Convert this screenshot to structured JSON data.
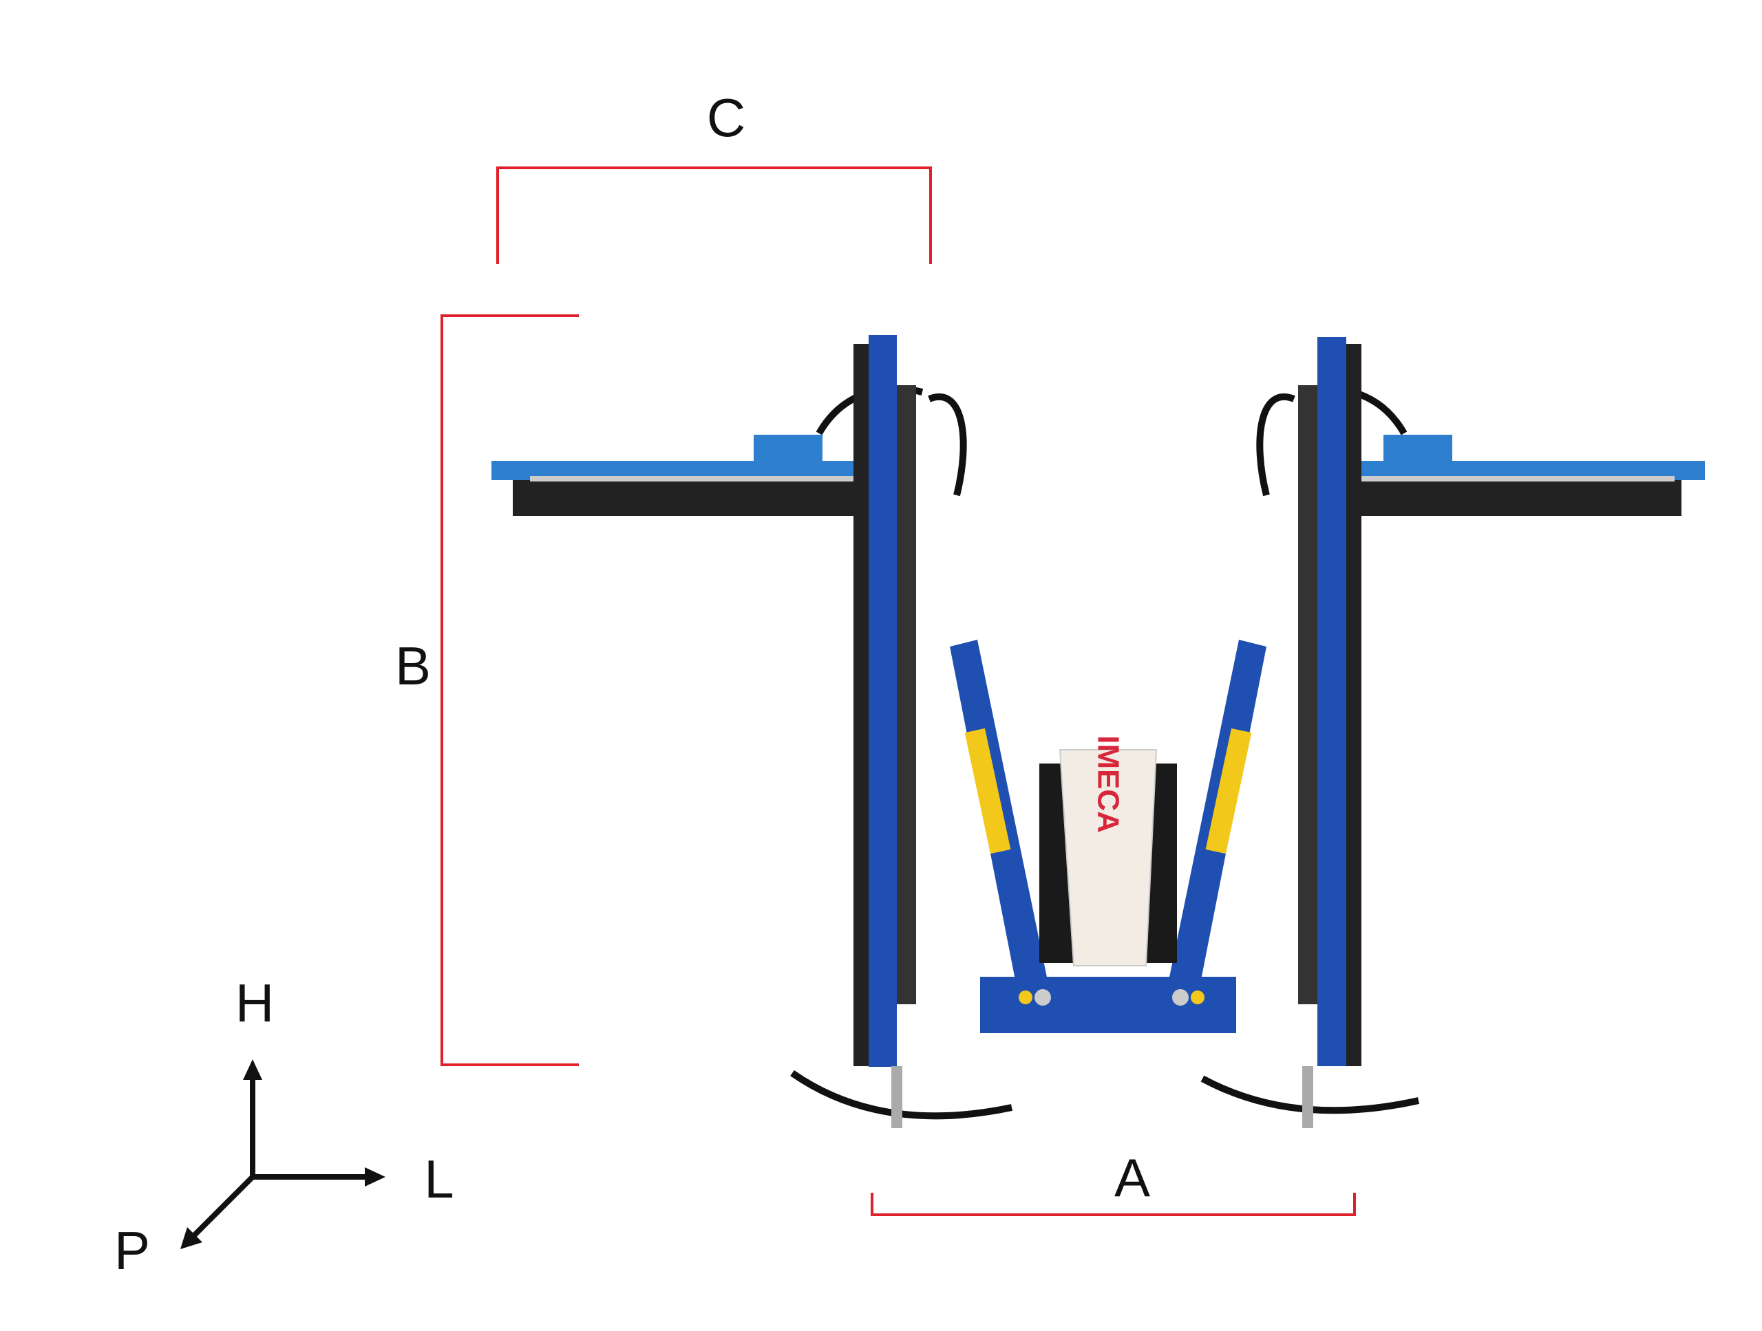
{
  "dimensions": {
    "a_label": "A",
    "b_label": "B",
    "c_label": "C"
  },
  "axes": {
    "h_label": "H",
    "l_label": "L",
    "p_label": "P"
  },
  "machine": {
    "logo_text": "IMECA",
    "colors": {
      "frame": "#1f4fb0",
      "bar": "#2e7fd0",
      "bracket": "#e0202a",
      "decal": "#f2c81a",
      "cover": "#f2ece4"
    }
  }
}
